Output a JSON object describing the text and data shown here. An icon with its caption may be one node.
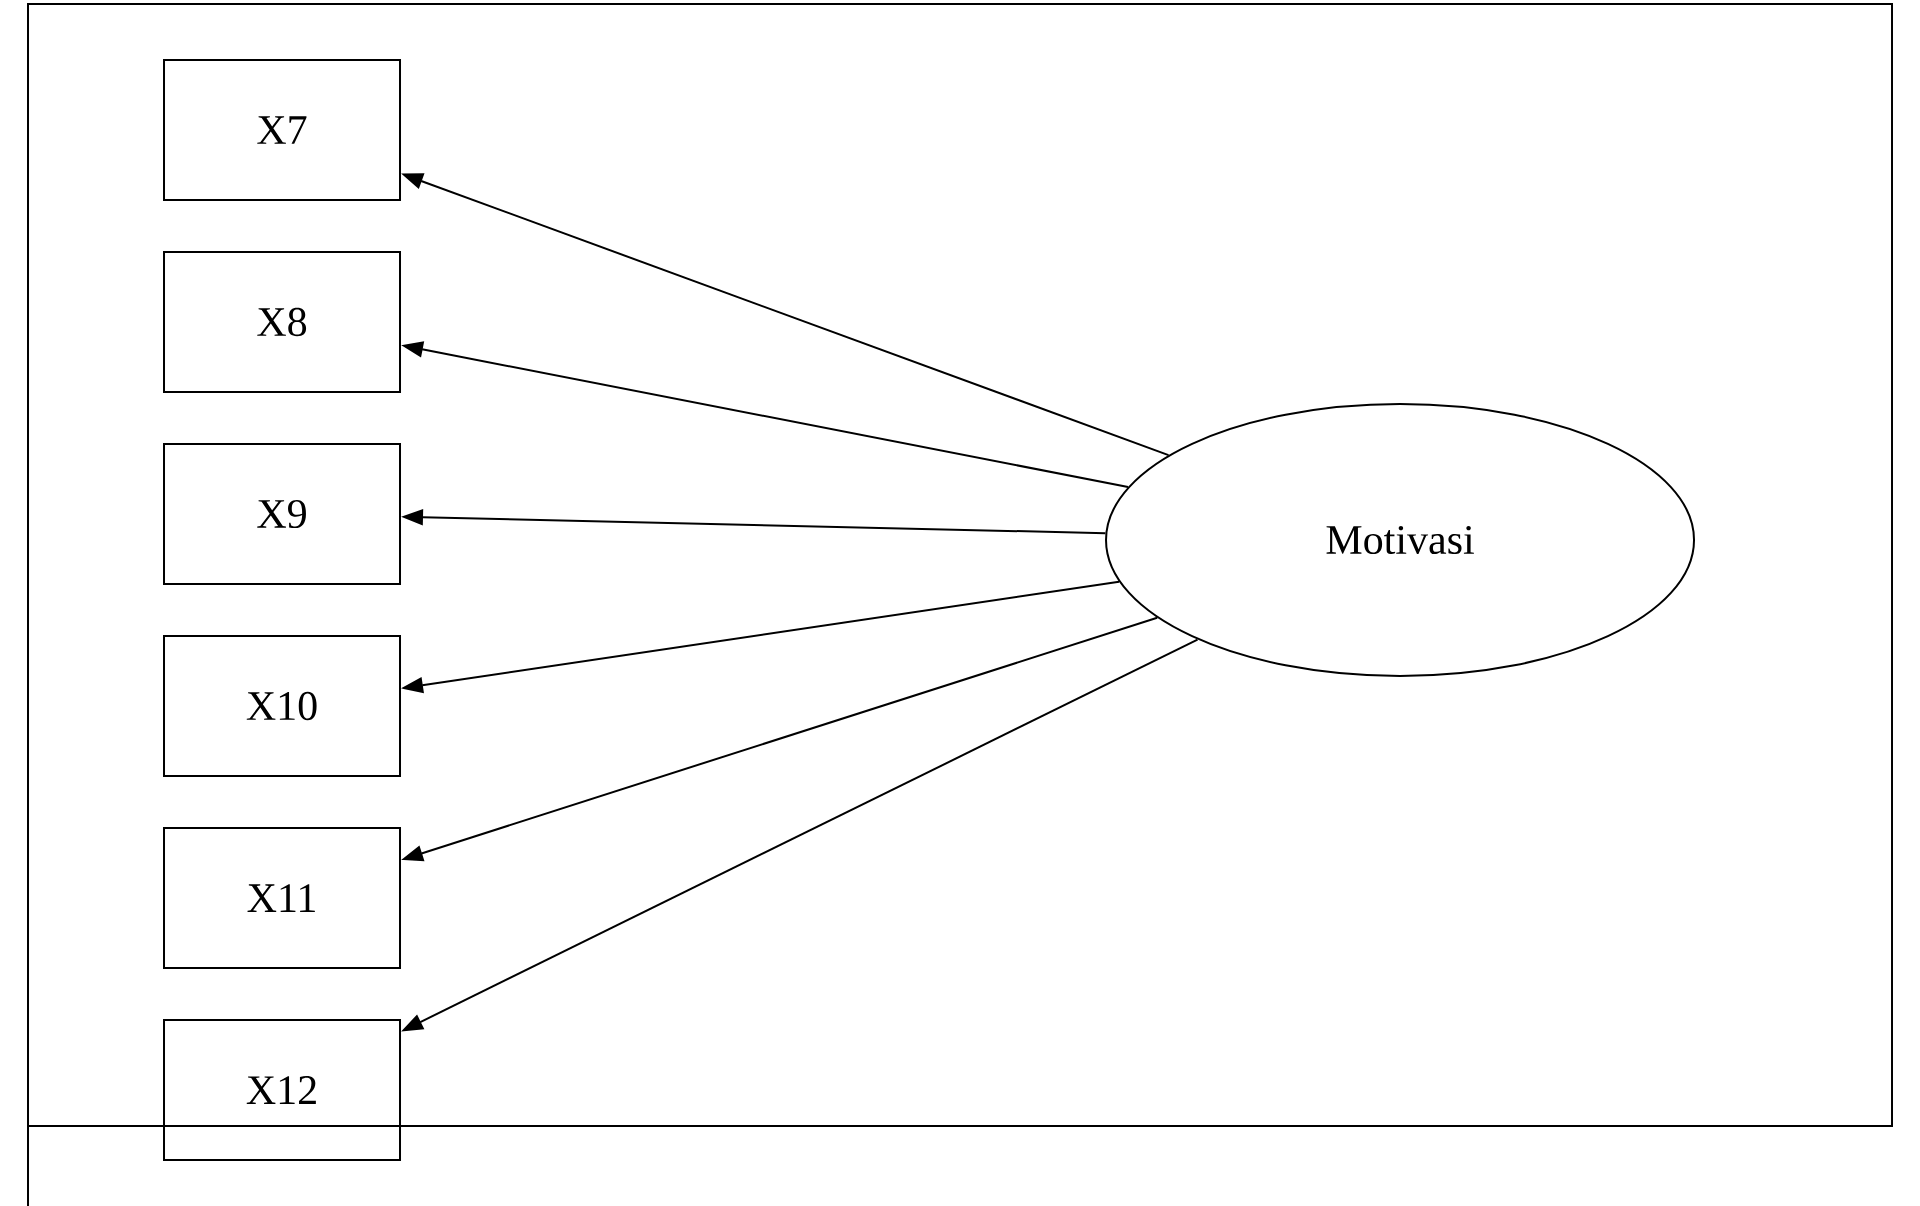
{
  "diagram": {
    "nodes": [
      {
        "text": [
          "X7"
        ]
      },
      {
        "text": [
          "X8"
        ]
      },
      {
        "text": [
          "X9"
        ]
      },
      {
        "text": [
          "X10"
        ]
      },
      {
        "text": [
          "X11"
        ]
      },
      {
        "text": [
          "X12"
        ]
      },
      {
        "text": [
          "Motivasi"
        ]
      }
    ],
    "edges": [
      {
        "from": 6,
        "to": 0,
        "arrow": "to"
      },
      {
        "from": 6,
        "to": 1,
        "arrow": "to"
      },
      {
        "from": 6,
        "to": 2,
        "arrow": "to"
      },
      {
        "from": 6,
        "to": 3,
        "arrow": "to"
      },
      {
        "from": 6,
        "to": 4,
        "arrow": "to"
      },
      {
        "from": 6,
        "to": 5,
        "arrow": "to"
      }
    ]
  }
}
